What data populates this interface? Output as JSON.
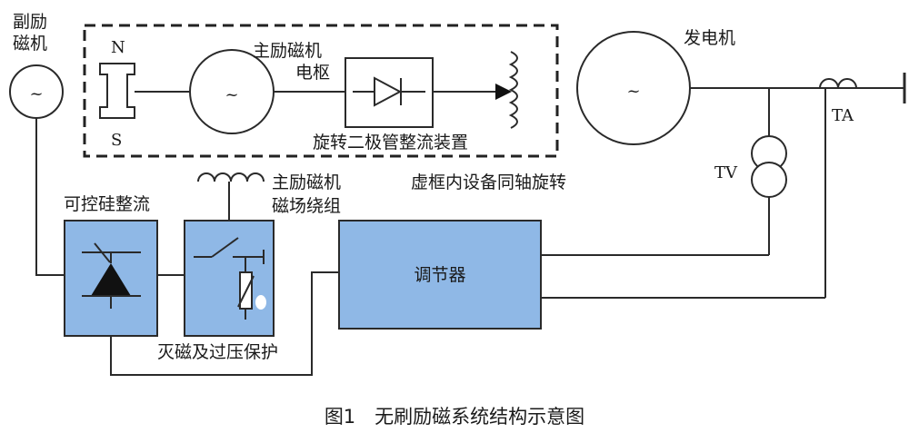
{
  "labels": {
    "exciter_line1": "副励",
    "exciter_line2": "磁机",
    "pole_n": "N",
    "pole_s": "S",
    "main_exciter_armature_line1": "主励磁机",
    "main_exciter_armature_line2": "电枢",
    "rotating_rectifier": "旋转二极管整流装置",
    "generator": "发电机",
    "ta": "TA",
    "tv": "TV",
    "rotating_note": "虚框内设备同轴旋转",
    "field_winding_line1": "主励磁机",
    "field_winding_line2": "磁场绕组",
    "thyristor_rectifier": "可控硅整流",
    "regulator": "调节器",
    "deexcitation": "灭磁及过压保护",
    "ac_symbol": "~"
  },
  "caption": "图1　无刷励磁系统结构示意图",
  "colors": {
    "block_fill": "#8fb8e6",
    "line": "#2a2a2a"
  }
}
